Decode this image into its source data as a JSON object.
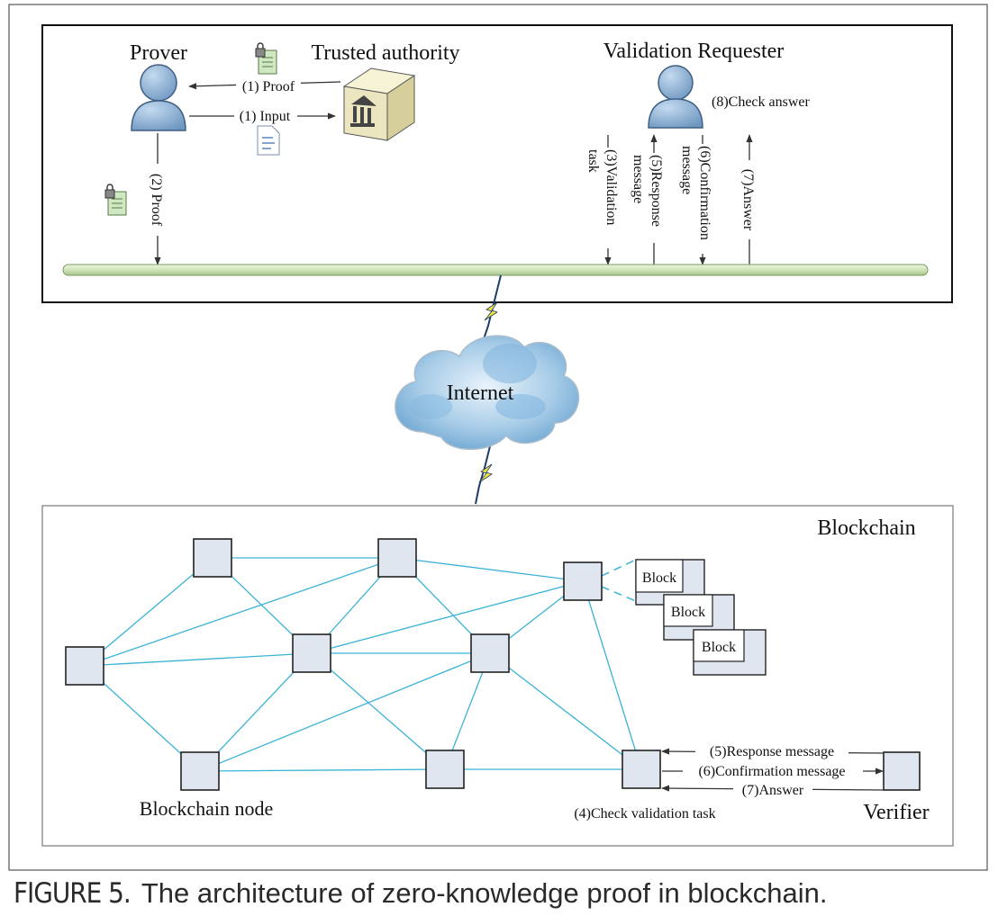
{
  "top_panel": {
    "prover_title": "Prover",
    "authority_title": "Trusted authority",
    "requester_title": "Validation Requester",
    "proof_label": "(1) Proof",
    "input_label": "(1) Input",
    "proof2_label": "(2) Proof",
    "check_answer_label": "(8)Check answer",
    "validation_task_label": "(3)Validation task",
    "response_label": "(5)Response message",
    "confirmation_label": "(6)Confirmation message",
    "answer_label": "(7)Answer"
  },
  "cloud_label": "Internet",
  "bottom_panel": {
    "title": "Blockchain",
    "node_label": "Blockchain node",
    "block_labels": [
      "Block",
      "Block",
      "Block"
    ],
    "check_task_label": "(4)Check validation task",
    "verifier_label": "Verifier",
    "response_label": "(5)Response message",
    "confirmation_label": "(6)Confirmation message",
    "answer_label": "(7)Answer"
  },
  "caption": {
    "figure": "FIGURE 5.",
    "text": "The architecture of zero-knowledge proof in blockchain."
  },
  "colors": {
    "link": "#3bb3d6",
    "node_fill": "#dfe6ef",
    "person_fill": "#8db3d6",
    "bus": "#d6e7c4"
  }
}
